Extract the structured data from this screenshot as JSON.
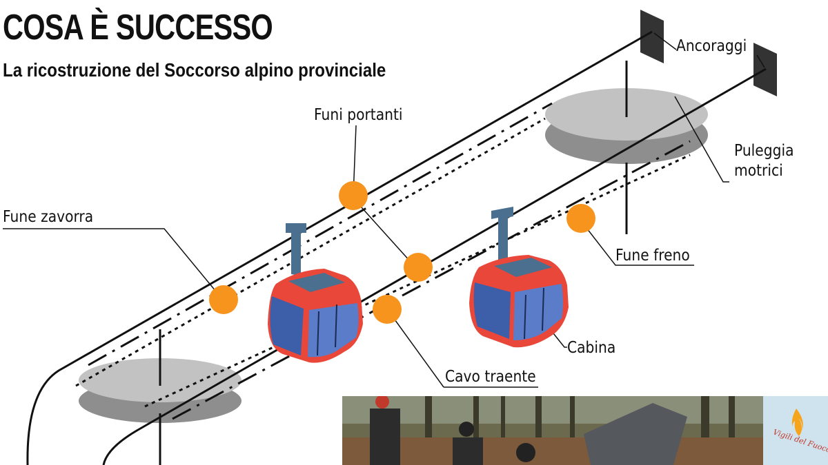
{
  "header": {
    "title": "COSA È SUCCESSO",
    "subtitle": "La ricostruzione del Soccorso alpino provinciale"
  },
  "labels": {
    "ancoraggi": "Ancoraggi",
    "funi_portanti": "Funi portanti",
    "puleggia": "Puleggia",
    "motrici": "motrici",
    "fune_zavorra": "Fune zavorra",
    "fune_freno": "Fune freno",
    "cabina": "Cabina",
    "cavo_traente": "Cavo traente"
  },
  "photo": {
    "logo_text": "Vigili del Fuoco"
  },
  "colors": {
    "orange_marker": "#F7941D",
    "cabin_red": "#E8473A",
    "cabin_glass": "#3D5EA8",
    "pulley_grey": "#B5B5B5",
    "anchor_dark": "#333333"
  }
}
